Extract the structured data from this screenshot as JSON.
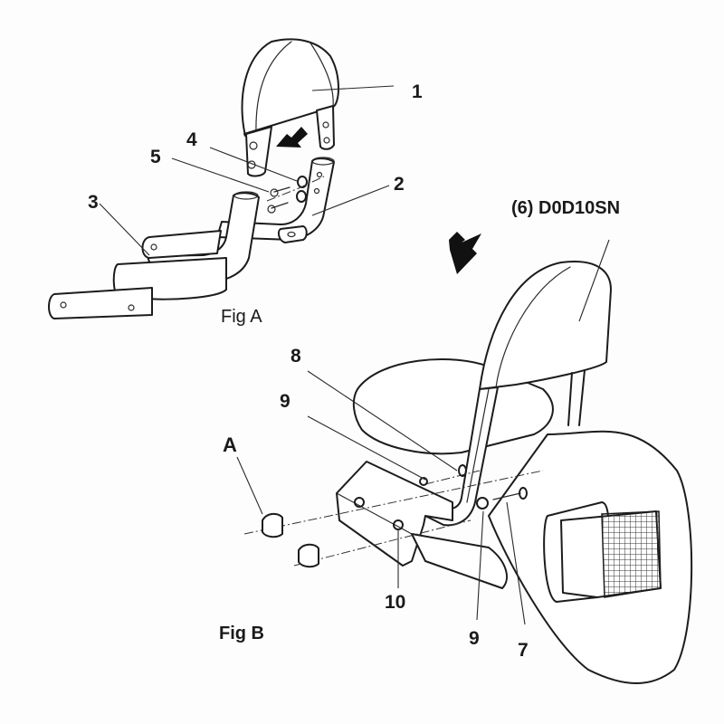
{
  "figures": {
    "fig_a": {
      "caption": "Fig A",
      "callouts": {
        "backrest_pad": "1",
        "upright_bracket": "2",
        "mounting_rail": "3",
        "washer": "4",
        "bolt": "5"
      }
    },
    "fig_b": {
      "caption": "Fig B",
      "part_code": "(6) D0D10SN",
      "callouts": {
        "detail_a": "A",
        "bolt_8": "8",
        "washer_9_upper": "9",
        "washer_9_lower": "9",
        "bolt_7": "7",
        "side_plate_10": "10"
      }
    }
  },
  "icons": {
    "assembly_arrow_a": "down-left-arrow-icon",
    "assembly_arrow_b": "down-arrow-icon"
  },
  "colors": {
    "ink": "#1c1c1c",
    "paper": "#fdfdfd"
  }
}
